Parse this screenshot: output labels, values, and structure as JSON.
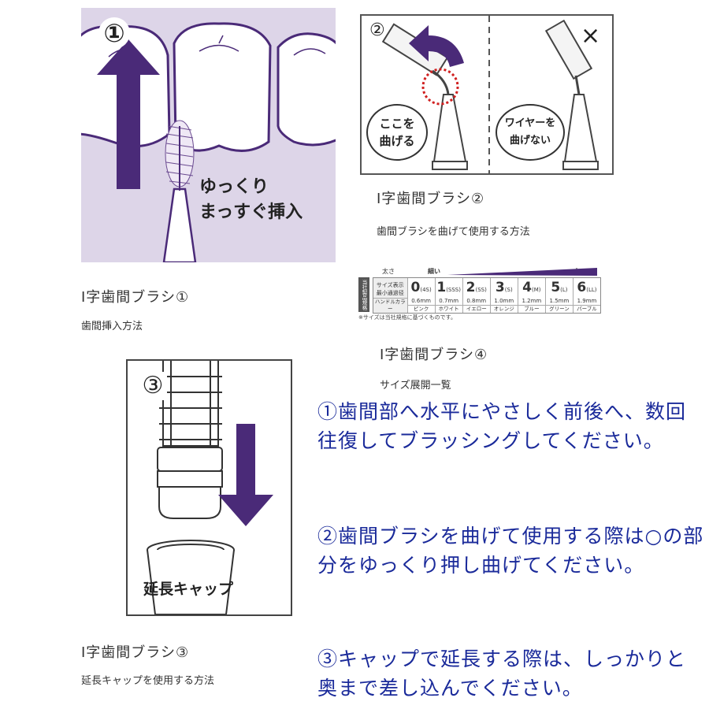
{
  "panel1": {
    "step": "①",
    "callout_line1": "ゆっくり",
    "callout_line2": "まっすぐ挿入",
    "title": "I字歯間ブラシ①",
    "subtitle": "歯間挿入方法"
  },
  "panel2": {
    "step": "②",
    "bubble_ok_line1": "ここを",
    "bubble_ok_line2": "曲げる",
    "bubble_ng_line1": "ワイヤーを",
    "bubble_ng_line2": "曲げない",
    "ng_mark": "×",
    "title": "I字歯間ブラシ②",
    "subtitle": "歯間ブラシを曲げて使用する方法"
  },
  "panel3": {
    "step": "③",
    "cap_label": "延長キャップ",
    "title": "I字歯間ブラシ③",
    "subtitle": "延長キャップを使用する方法"
  },
  "panel4": {
    "side_label": "当社製品規格",
    "header_thickness": "太さ",
    "header_thin": "細い",
    "header_thick": "太い",
    "row_size_label": "サイズ表示 最小通過径",
    "row_color_label": "ハンドルカラー",
    "sizes": [
      {
        "num": "0",
        "code": "(4S)",
        "mm": "0.6mm",
        "color": "ピンク"
      },
      {
        "num": "1",
        "code": "(SSS)",
        "mm": "0.7mm",
        "color": "ホワイト"
      },
      {
        "num": "2",
        "code": "(SS)",
        "mm": "0.8mm",
        "color": "イエロー"
      },
      {
        "num": "3",
        "code": "(S)",
        "mm": "1.0mm",
        "color": "オレンジ"
      },
      {
        "num": "4",
        "code": "(M)",
        "mm": "1.2mm",
        "color": "ブルー"
      },
      {
        "num": "5",
        "code": "(L)",
        "mm": "1.5mm",
        "color": "グリーン"
      },
      {
        "num": "6",
        "code": "(LL)",
        "mm": "1.9mm",
        "color": "パープル"
      }
    ],
    "note": "※サイズは当社規格に基づくものです。",
    "title": "I字歯間ブラシ④",
    "subtitle": "サイズ展開一覧"
  },
  "instructions": [
    "①歯間部へ水平にやさしく前後へ、数回往復してブラッシングしてください。",
    "②歯間ブラシを曲げて使用する際は○の部分をゆっくり押し曲げてください。",
    "③キャップで延長する際は、しっかりと奥まで差し込んでください。"
  ],
  "colors": {
    "purple_dark": "#4a2a78",
    "purple_light": "#dcd3e8",
    "purple_bg": "#e6e0ef",
    "instruction_text": "#1a2a9a",
    "red_dotted": "#d02020"
  }
}
